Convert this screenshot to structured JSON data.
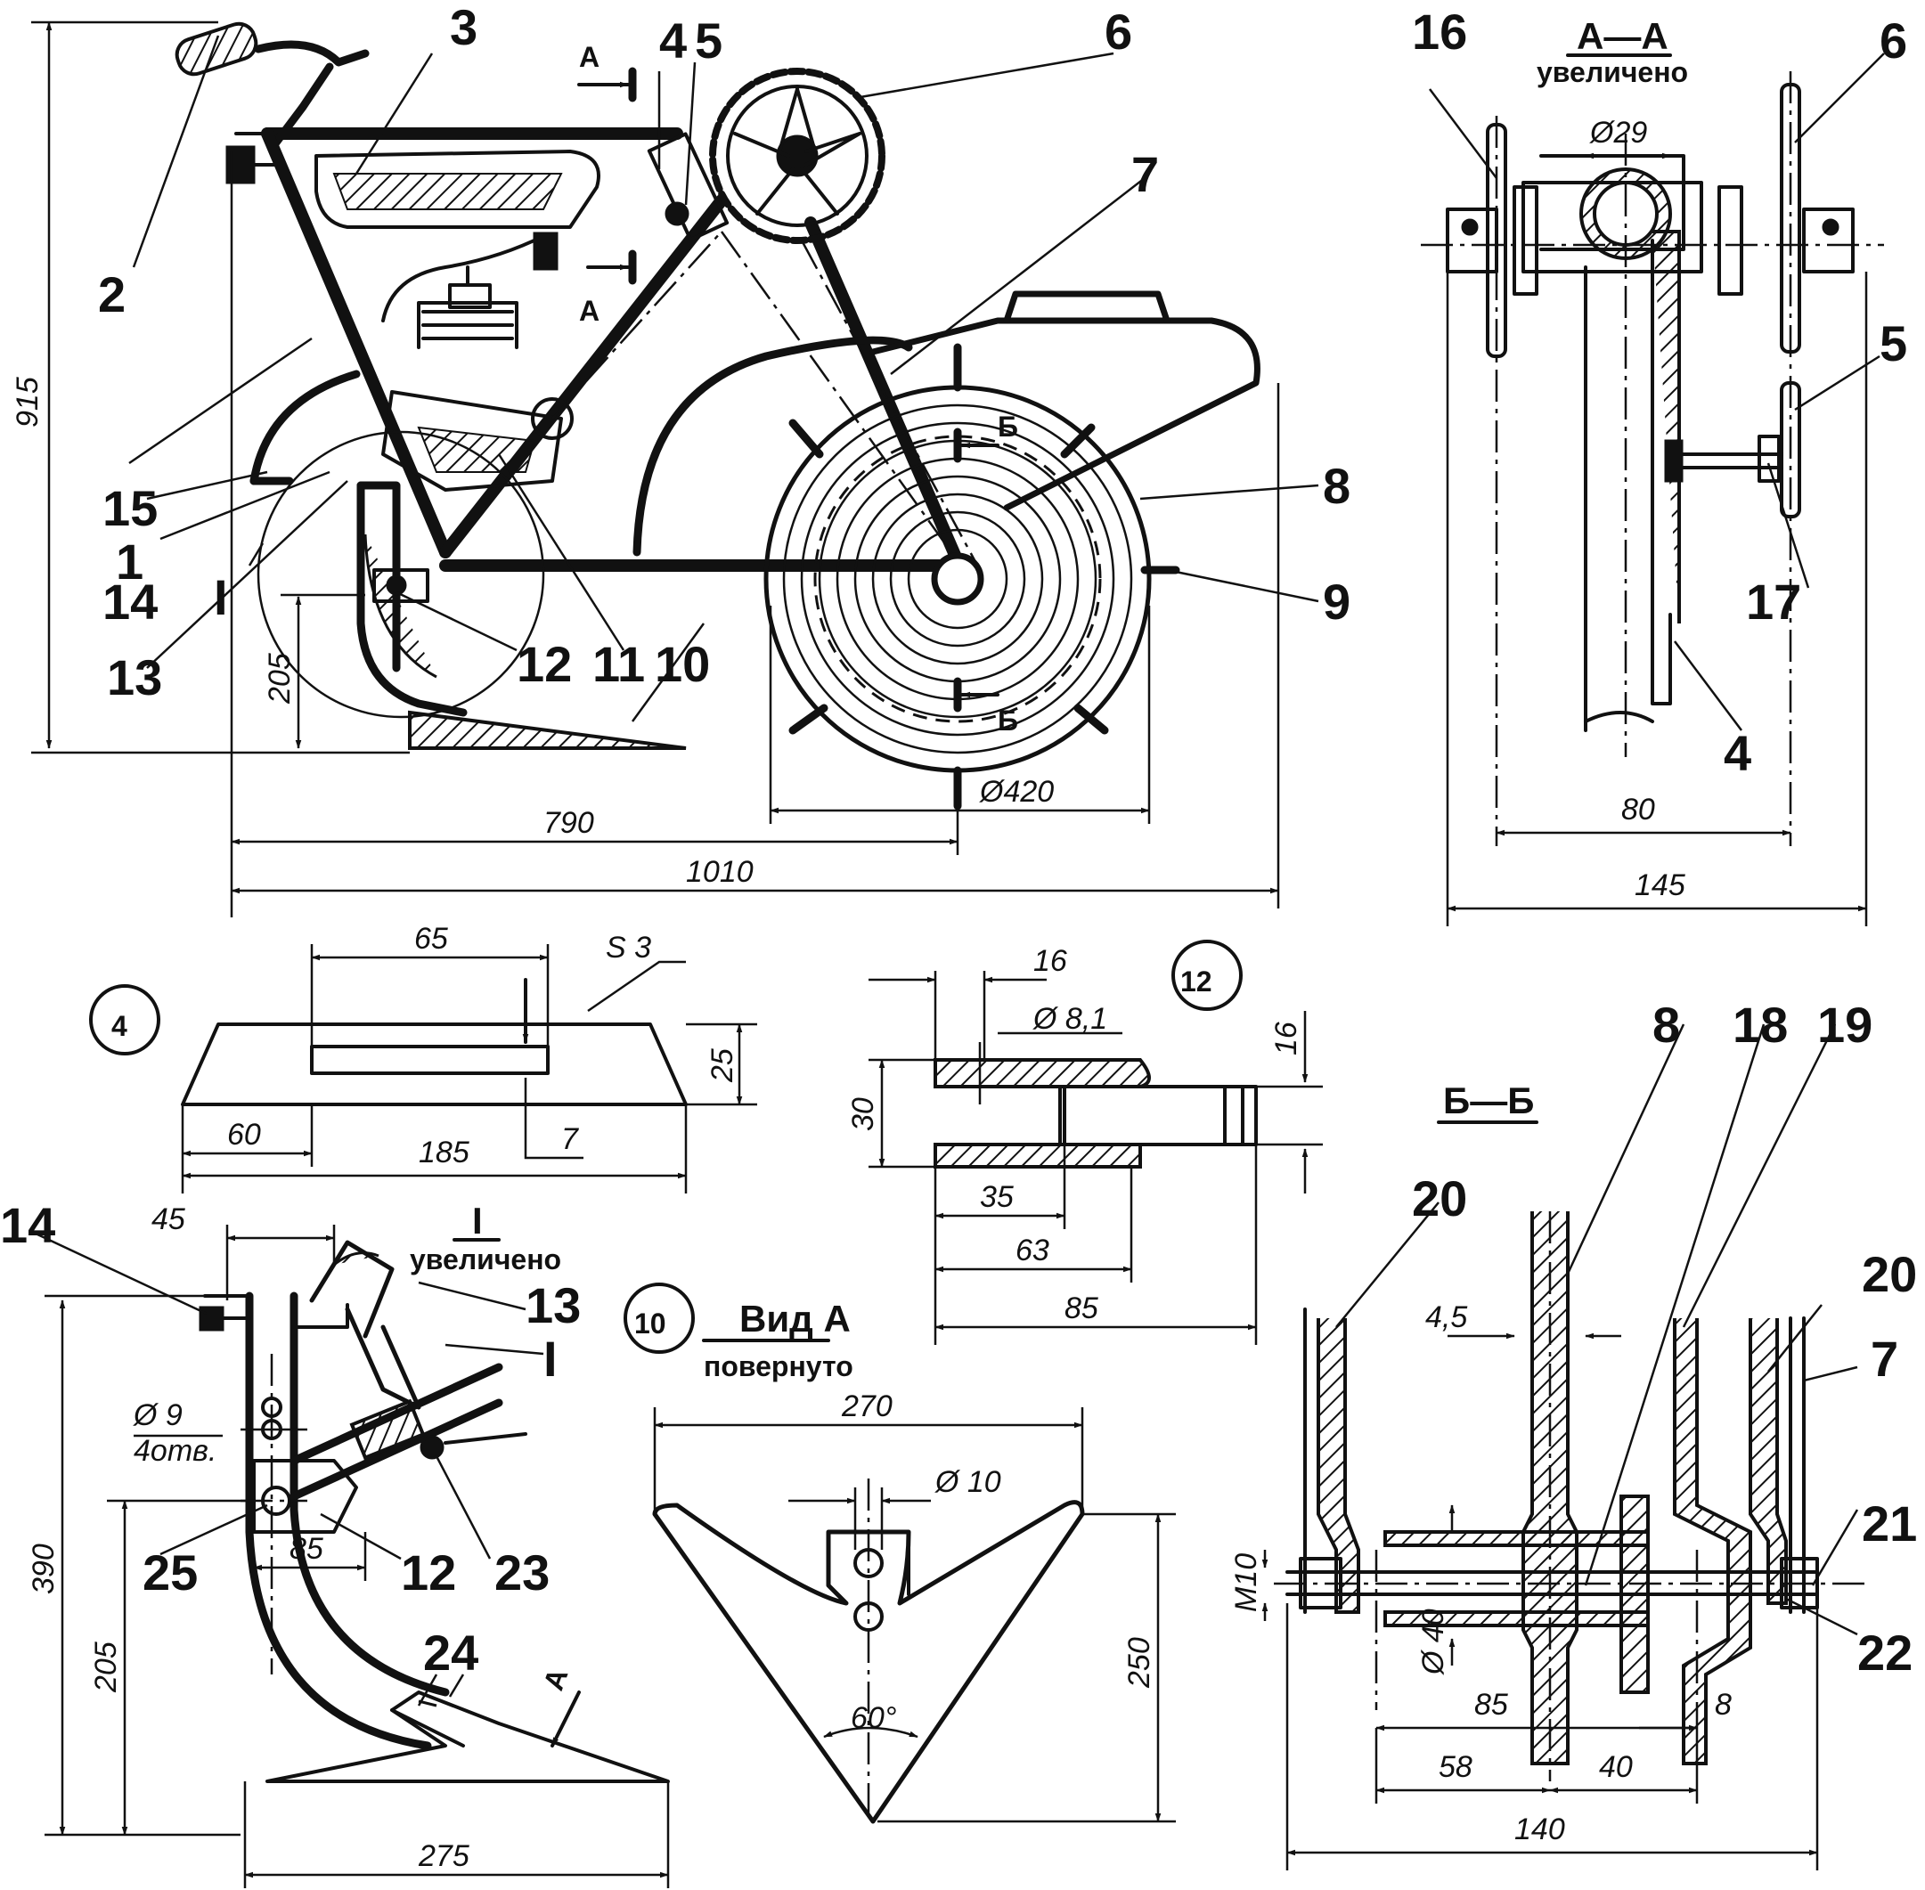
{
  "main_view": {
    "callouts": [
      "1",
      "2",
      "3",
      "4",
      "5",
      "6",
      "7",
      "8",
      "9",
      "10",
      "11",
      "12",
      "13",
      "14",
      "15",
      "I"
    ],
    "section_marks": [
      "А",
      "А",
      "Б",
      "Б"
    ],
    "dims": {
      "height": "915",
      "plow_height": "205",
      "len_790": "790",
      "len_1010": "1010",
      "wheel_dia": "Ø420"
    }
  },
  "section_aa": {
    "title": "А—А",
    "subtitle": "увеличено",
    "callouts": [
      "16",
      "6",
      "5",
      "17",
      "4"
    ],
    "dims": {
      "dia": "Ø29",
      "w80": "80",
      "w145": "145"
    }
  },
  "part4": {
    "label": "4",
    "dims": {
      "d65": "65",
      "s3": "S 3",
      "d25": "25",
      "d60": "60",
      "d185": "185",
      "d7": "7"
    }
  },
  "part12": {
    "label": "12",
    "dims": {
      "d16a": "16",
      "d81": "Ø 8,1",
      "d16b": "16",
      "d30": "30",
      "d35": "35",
      "d63": "63",
      "d85": "85"
    }
  },
  "detail_i": {
    "title": "I",
    "subtitle": "увеличено",
    "callouts": [
      "14",
      "13",
      "I",
      "25",
      "12",
      "23",
      "24",
      "A"
    ],
    "dims": {
      "d45": "45",
      "d9": "Ø 9",
      "holes": "4отв.",
      "d85": "85",
      "d390": "390",
      "d205": "205",
      "d275": "275"
    }
  },
  "part10": {
    "label": "10",
    "title": "Вид А",
    "subtitle": "повернуто",
    "dims": {
      "d270": "270",
      "d10": "Ø 10",
      "d250": "250",
      "angle": "60°"
    }
  },
  "section_bb": {
    "title": "Б—Б",
    "callouts": [
      "8",
      "18",
      "19",
      "20",
      "20",
      "7",
      "21",
      "22"
    ],
    "dims": {
      "d45": "4,5",
      "m10": "M10",
      "d40": "Ø 40",
      "d85": "85",
      "d8": "8",
      "d58": "58",
      "d40b": "40",
      "d140": "140"
    }
  }
}
